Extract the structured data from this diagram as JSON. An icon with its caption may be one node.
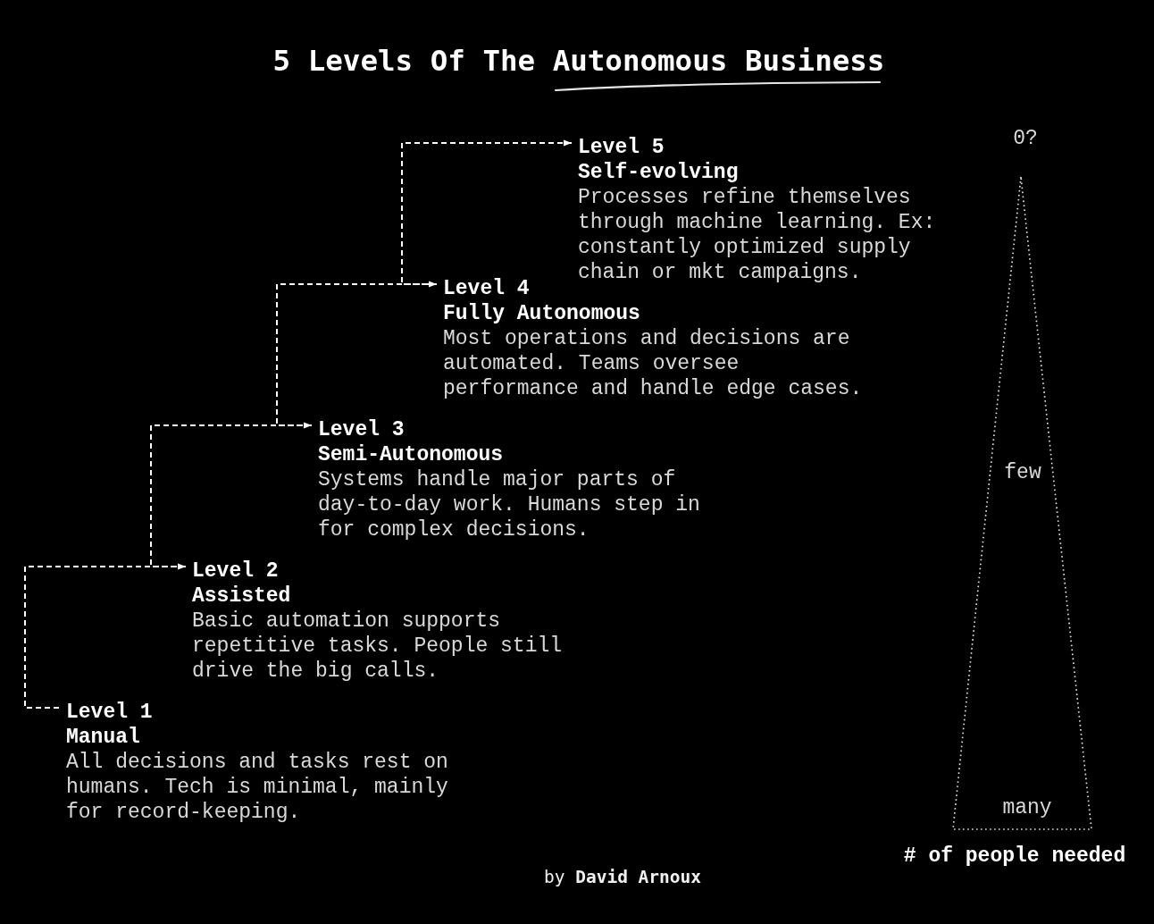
{
  "diagram": {
    "title": "5 Levels Of The Autonomous Business",
    "nodes": [
      {
        "text": [
          "Level 1",
          "Manual",
          "All decisions and tasks rest on humans. Tech is minimal, mainly for record-keeping."
        ]
      },
      {
        "text": [
          "Level 2",
          "Assisted",
          "Basic automation supports repetitive tasks. People still drive the big calls."
        ]
      },
      {
        "text": [
          "Level 3",
          "Semi-Autonomous",
          "Systems handle major parts of day-to-day work. Humans step in for complex decisions."
        ]
      },
      {
        "text": [
          "Level 4",
          "Fully Autonomous",
          "Most operations and decisions are automated. Teams oversee performance and handle edge cases."
        ]
      },
      {
        "text": [
          "Level 5",
          "Self-evolving",
          "Processes refine themselves through machine learning. Ex: constantly optimized supply chain or mkt campaigns."
        ]
      },
      {
        "text": [
          "few",
          "many"
        ],
        "beside": [
          "0?",
          "# of people needed"
        ]
      }
    ],
    "edges": [
      {
        "from": 0,
        "to": 1,
        "arrow": "to",
        "style": "dashed"
      },
      {
        "from": 1,
        "to": 2,
        "arrow": "to",
        "style": "dashed"
      },
      {
        "from": 2,
        "to": 3,
        "arrow": "to",
        "style": "dashed"
      },
      {
        "from": 3,
        "to": 4,
        "arrow": "to",
        "style": "dashed"
      }
    ],
    "labels": [
      "by **David Arnoux**"
    ]
  }
}
